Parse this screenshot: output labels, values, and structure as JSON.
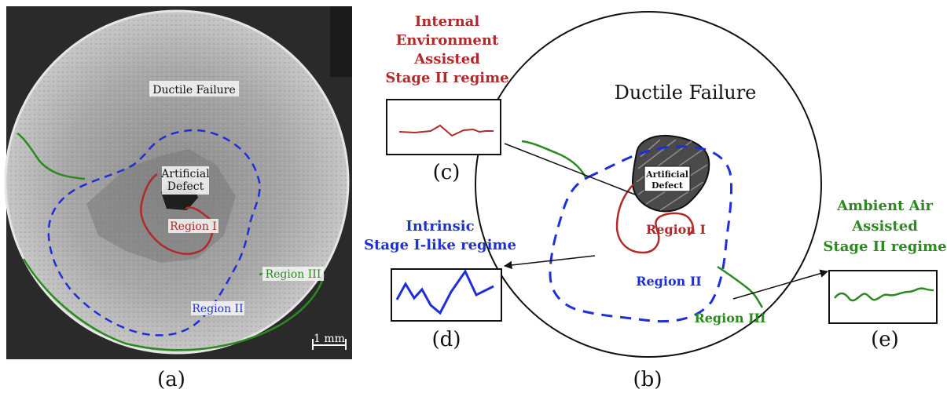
{
  "panel_a": {
    "caption": "(a)",
    "ductile_label": "Ductile Failure",
    "defect_label_line1": "Artificial",
    "defect_label_line2": "Defect",
    "region1": "Region I",
    "region2": "Region II",
    "region3": "Region III",
    "scale_bar": "1 mm"
  },
  "panel_b": {
    "caption": "(b)",
    "ductile_label": "Ductile Failure",
    "defect_label_line1": "Artificial",
    "defect_label_line2": "Defect",
    "region1": "Region I",
    "region2": "Region II",
    "region3": "Region III"
  },
  "inset_c": {
    "title_lines": [
      "Internal",
      "Environment",
      "Assisted",
      "Stage II regime"
    ],
    "caption": "(c)"
  },
  "inset_d": {
    "title_lines": [
      "Intrinsic",
      "Stage I-like regime"
    ],
    "caption": "(d)"
  },
  "inset_e": {
    "title_lines": [
      "Ambient Air",
      "Assisted",
      "Stage II regime"
    ],
    "caption": "(e)"
  },
  "colors": {
    "region1": "#b02a2a",
    "region2": "#1f2fd8",
    "region3": "#2a8a1f",
    "defect": "#444444"
  }
}
